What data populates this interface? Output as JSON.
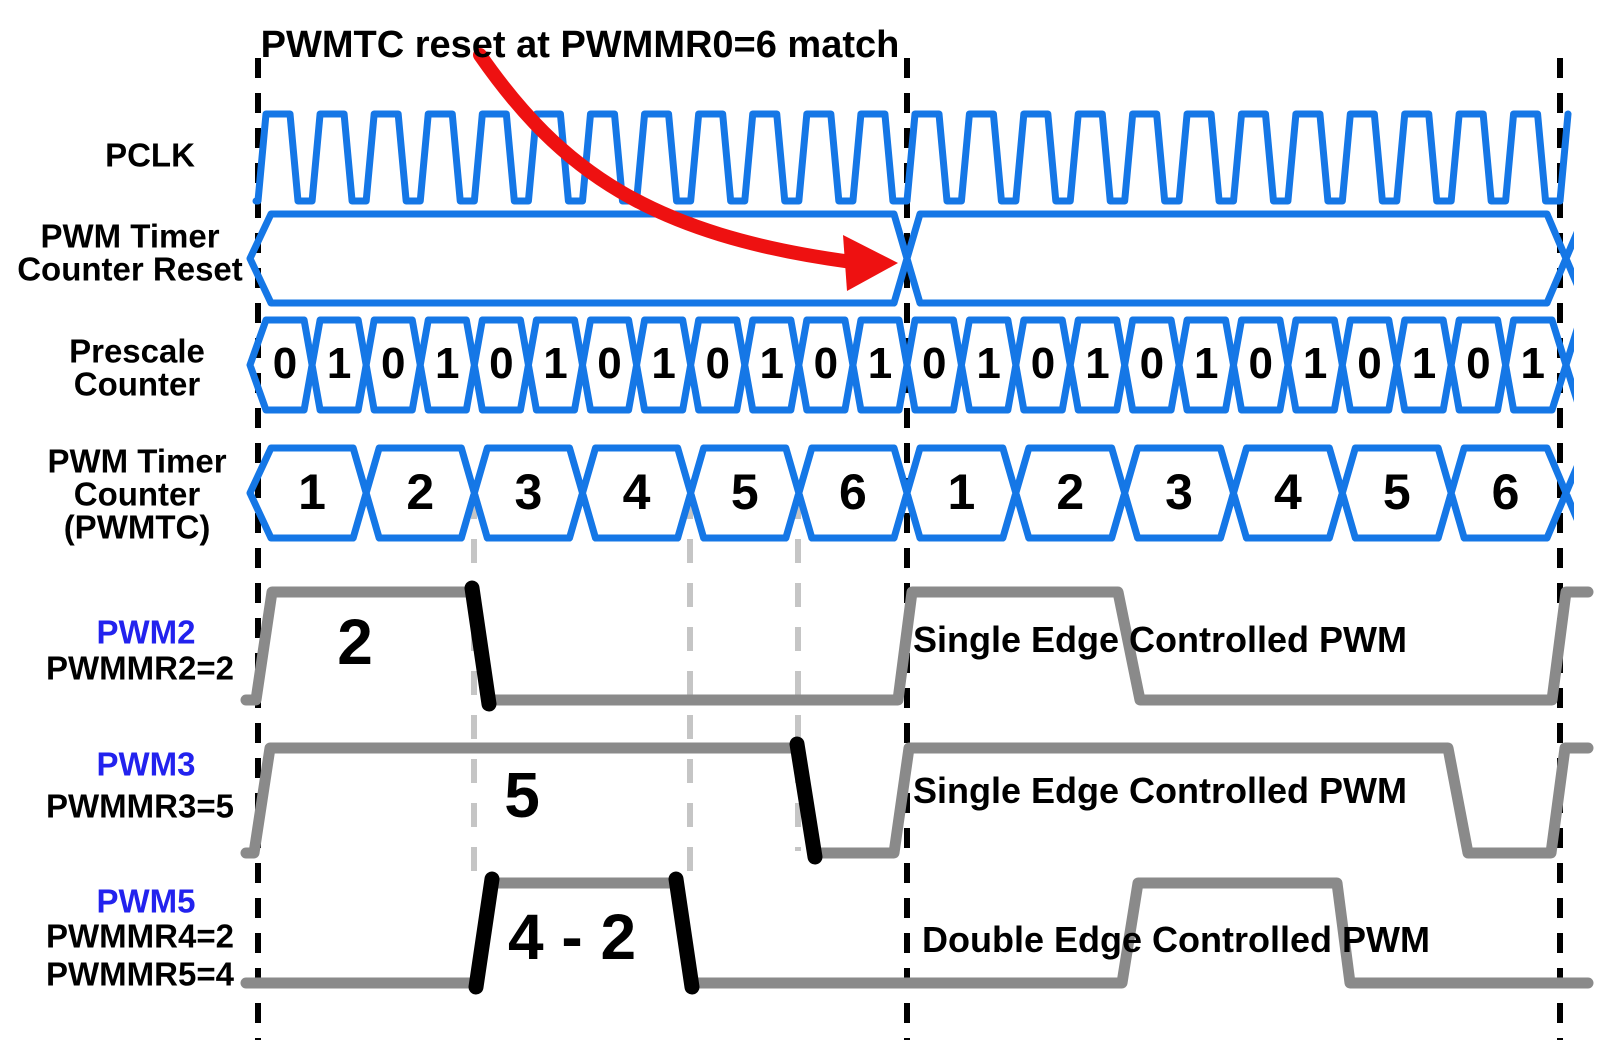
{
  "title": "PWMTC reset at PWMMR0=6 match",
  "colors": {
    "waveform_blue": "#1577e6",
    "pwm_name_blue": "#2222ee",
    "waveform_gray": "#8a8a8a",
    "edge_black": "#000000",
    "arrow_red": "#ee1111",
    "dashed_black": "#000000",
    "dashed_gray": "#c5c5c5",
    "text_black": "#000000",
    "background": "#ffffff"
  },
  "left_labels": {
    "pclk": "PCLK",
    "reset_line1": "PWM Timer",
    "reset_line2": "Counter Reset",
    "prescale_line1": "Prescale",
    "prescale_line2": "Counter",
    "pwmtc_line1": "PWM Timer",
    "pwmtc_line2": "Counter",
    "pwmtc_line3": "(PWMTC)"
  },
  "pwm_rows": [
    {
      "name": "PWM2",
      "registers": [
        "PWMMR2=2"
      ],
      "width_label": "2",
      "type_label": "Single Edge Controlled PWM"
    },
    {
      "name": "PWM3",
      "registers": [
        "PWMMR3=5"
      ],
      "width_label": "5",
      "type_label": "Single Edge Controlled PWM"
    },
    {
      "name": "PWM5",
      "registers": [
        "PWMMR4=2",
        "PWMMR5=4"
      ],
      "width_label": "4 - 2",
      "type_label": "Double Edge Controlled PWM"
    }
  ],
  "prescale_values": [
    "0",
    "1",
    "0",
    "1",
    "0",
    "1",
    "0",
    "1",
    "0",
    "1",
    "0",
    "1",
    "0",
    "1",
    "0",
    "1",
    "0",
    "1",
    "0",
    "1",
    "0",
    "1",
    "0",
    "1"
  ],
  "pwmtc_values": [
    "1",
    "2",
    "3",
    "4",
    "5",
    "6",
    "1",
    "2",
    "3",
    "4",
    "5",
    "6"
  ]
}
